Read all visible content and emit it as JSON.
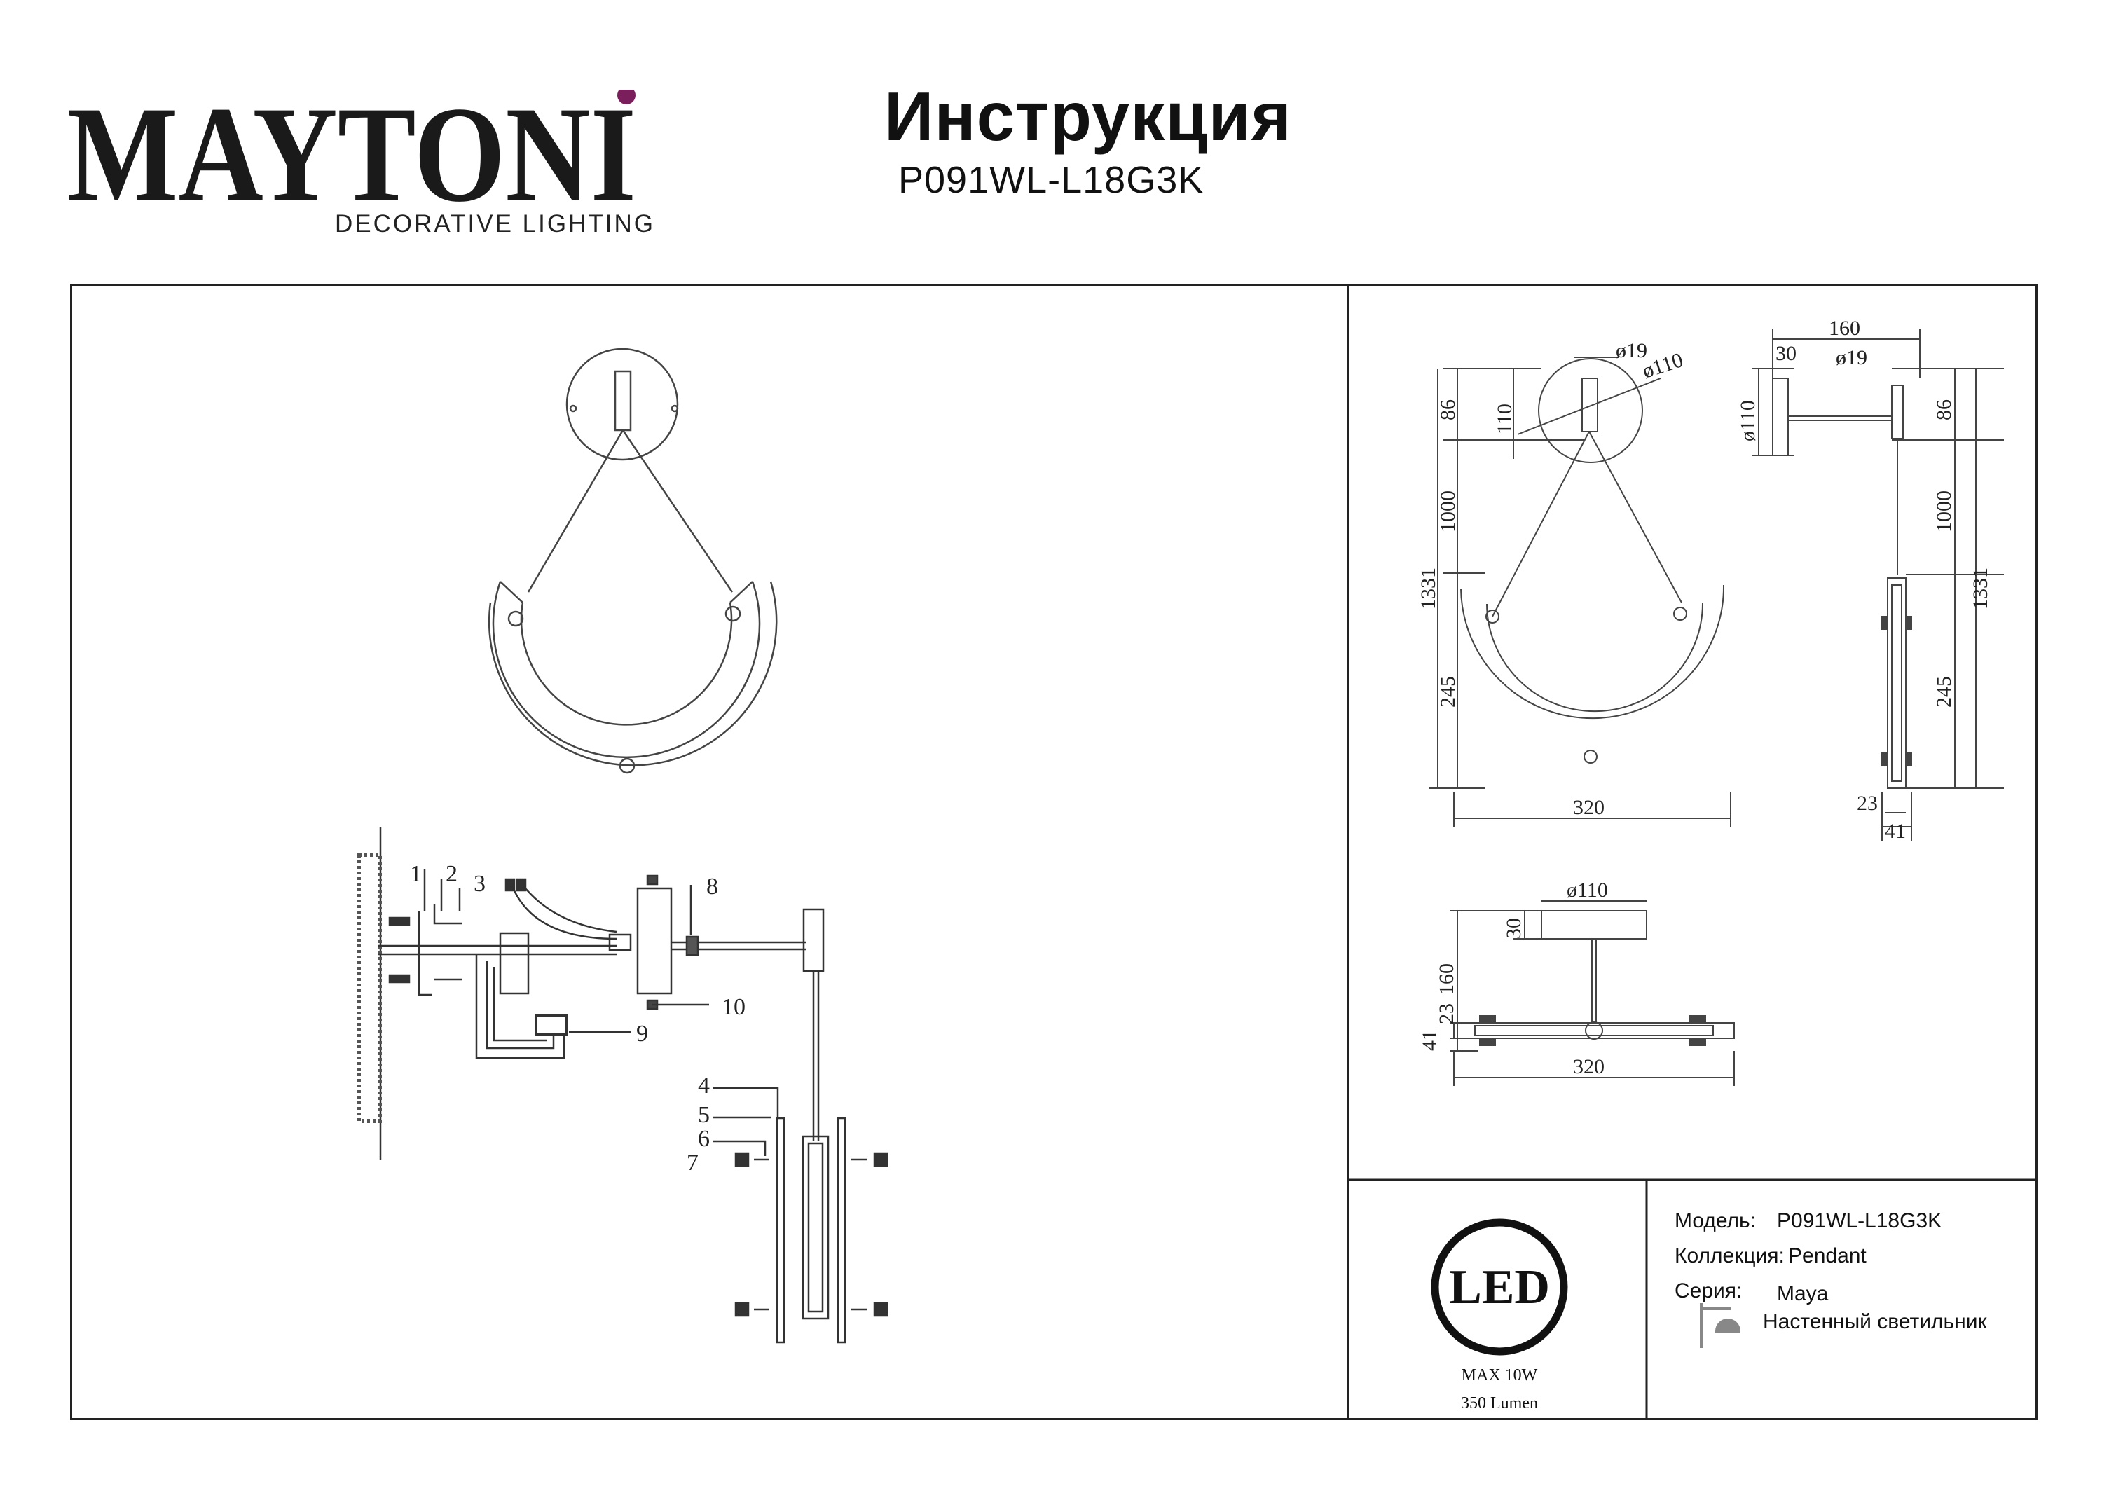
{
  "brand": {
    "name": "MAYTONI",
    "tagline": "DECORATIVE LIGHTING",
    "accent_color": "#7a1f5c"
  },
  "document": {
    "title": "Инструкция",
    "product_code": "P091WL-L18G3K"
  },
  "assembly_callouts": [
    "1",
    "2",
    "3",
    "4",
    "5",
    "6",
    "7",
    "8",
    "9",
    "10"
  ],
  "dimensions": {
    "front": {
      "d_mount": "ø19",
      "d_base": "ø110",
      "base_h": "110",
      "drop_a": "86",
      "drop_b": "1000",
      "total_h": "1331",
      "ring_h": "245",
      "width": "320"
    },
    "side": {
      "depth": "160",
      "base_depth": "30",
      "d_mount": "ø19",
      "d_base": "ø110",
      "drop_a": "86",
      "drop_b": "1000",
      "total_h": "1331",
      "ring_h": "245",
      "thick_a": "23",
      "thick_b": "41"
    },
    "top": {
      "d_base": "ø110",
      "base_depth": "30",
      "depth": "160",
      "thick_a": "23",
      "thick_b": "41",
      "width": "320"
    }
  },
  "info": {
    "led_badge": "LED",
    "power": "MAX 10W",
    "lumen": "350 Lumen",
    "model_label": "Модель:",
    "model_value": "P091WL-L18G3K",
    "collection_label": "Коллекция:",
    "collection_value": "Pendant",
    "series_label": "Серия:",
    "series_value": "Maya",
    "type_value": "Настенный светильник"
  }
}
